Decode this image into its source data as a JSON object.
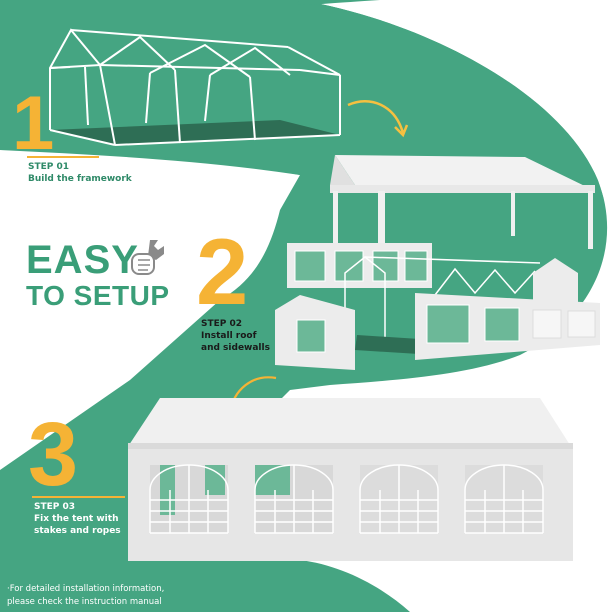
{
  "colors": {
    "green": "#45A582",
    "green_dark": "#2E6E55",
    "orange": "#F5B335",
    "white": "#FFFFFF",
    "tent_gray": "#E6E6E6"
  },
  "headline": {
    "line1": "EASY",
    "line2": "TO SETUP",
    "icon": "wrench-fist-icon"
  },
  "steps": [
    {
      "number": "1",
      "label": "STEP 01",
      "description_lines": [
        "Build the framework"
      ],
      "illustration": "tent-frame"
    },
    {
      "number": "2",
      "label": "STEP 02",
      "description_lines": [
        "Install roof",
        "and sidewalls"
      ],
      "illustration": "tent-roof-and-sidewalls"
    },
    {
      "number": "3",
      "label": "STEP 03",
      "description_lines": [
        "Fix the tent with",
        "stakes and ropes"
      ],
      "illustration": "tent-complete"
    }
  ],
  "arrows": [
    "arrow-step1-to-step2",
    "arrow-step2-to-step3"
  ],
  "footnote": {
    "line1": "·For detailed installation information,",
    "line2": "please check the instruction manual"
  }
}
